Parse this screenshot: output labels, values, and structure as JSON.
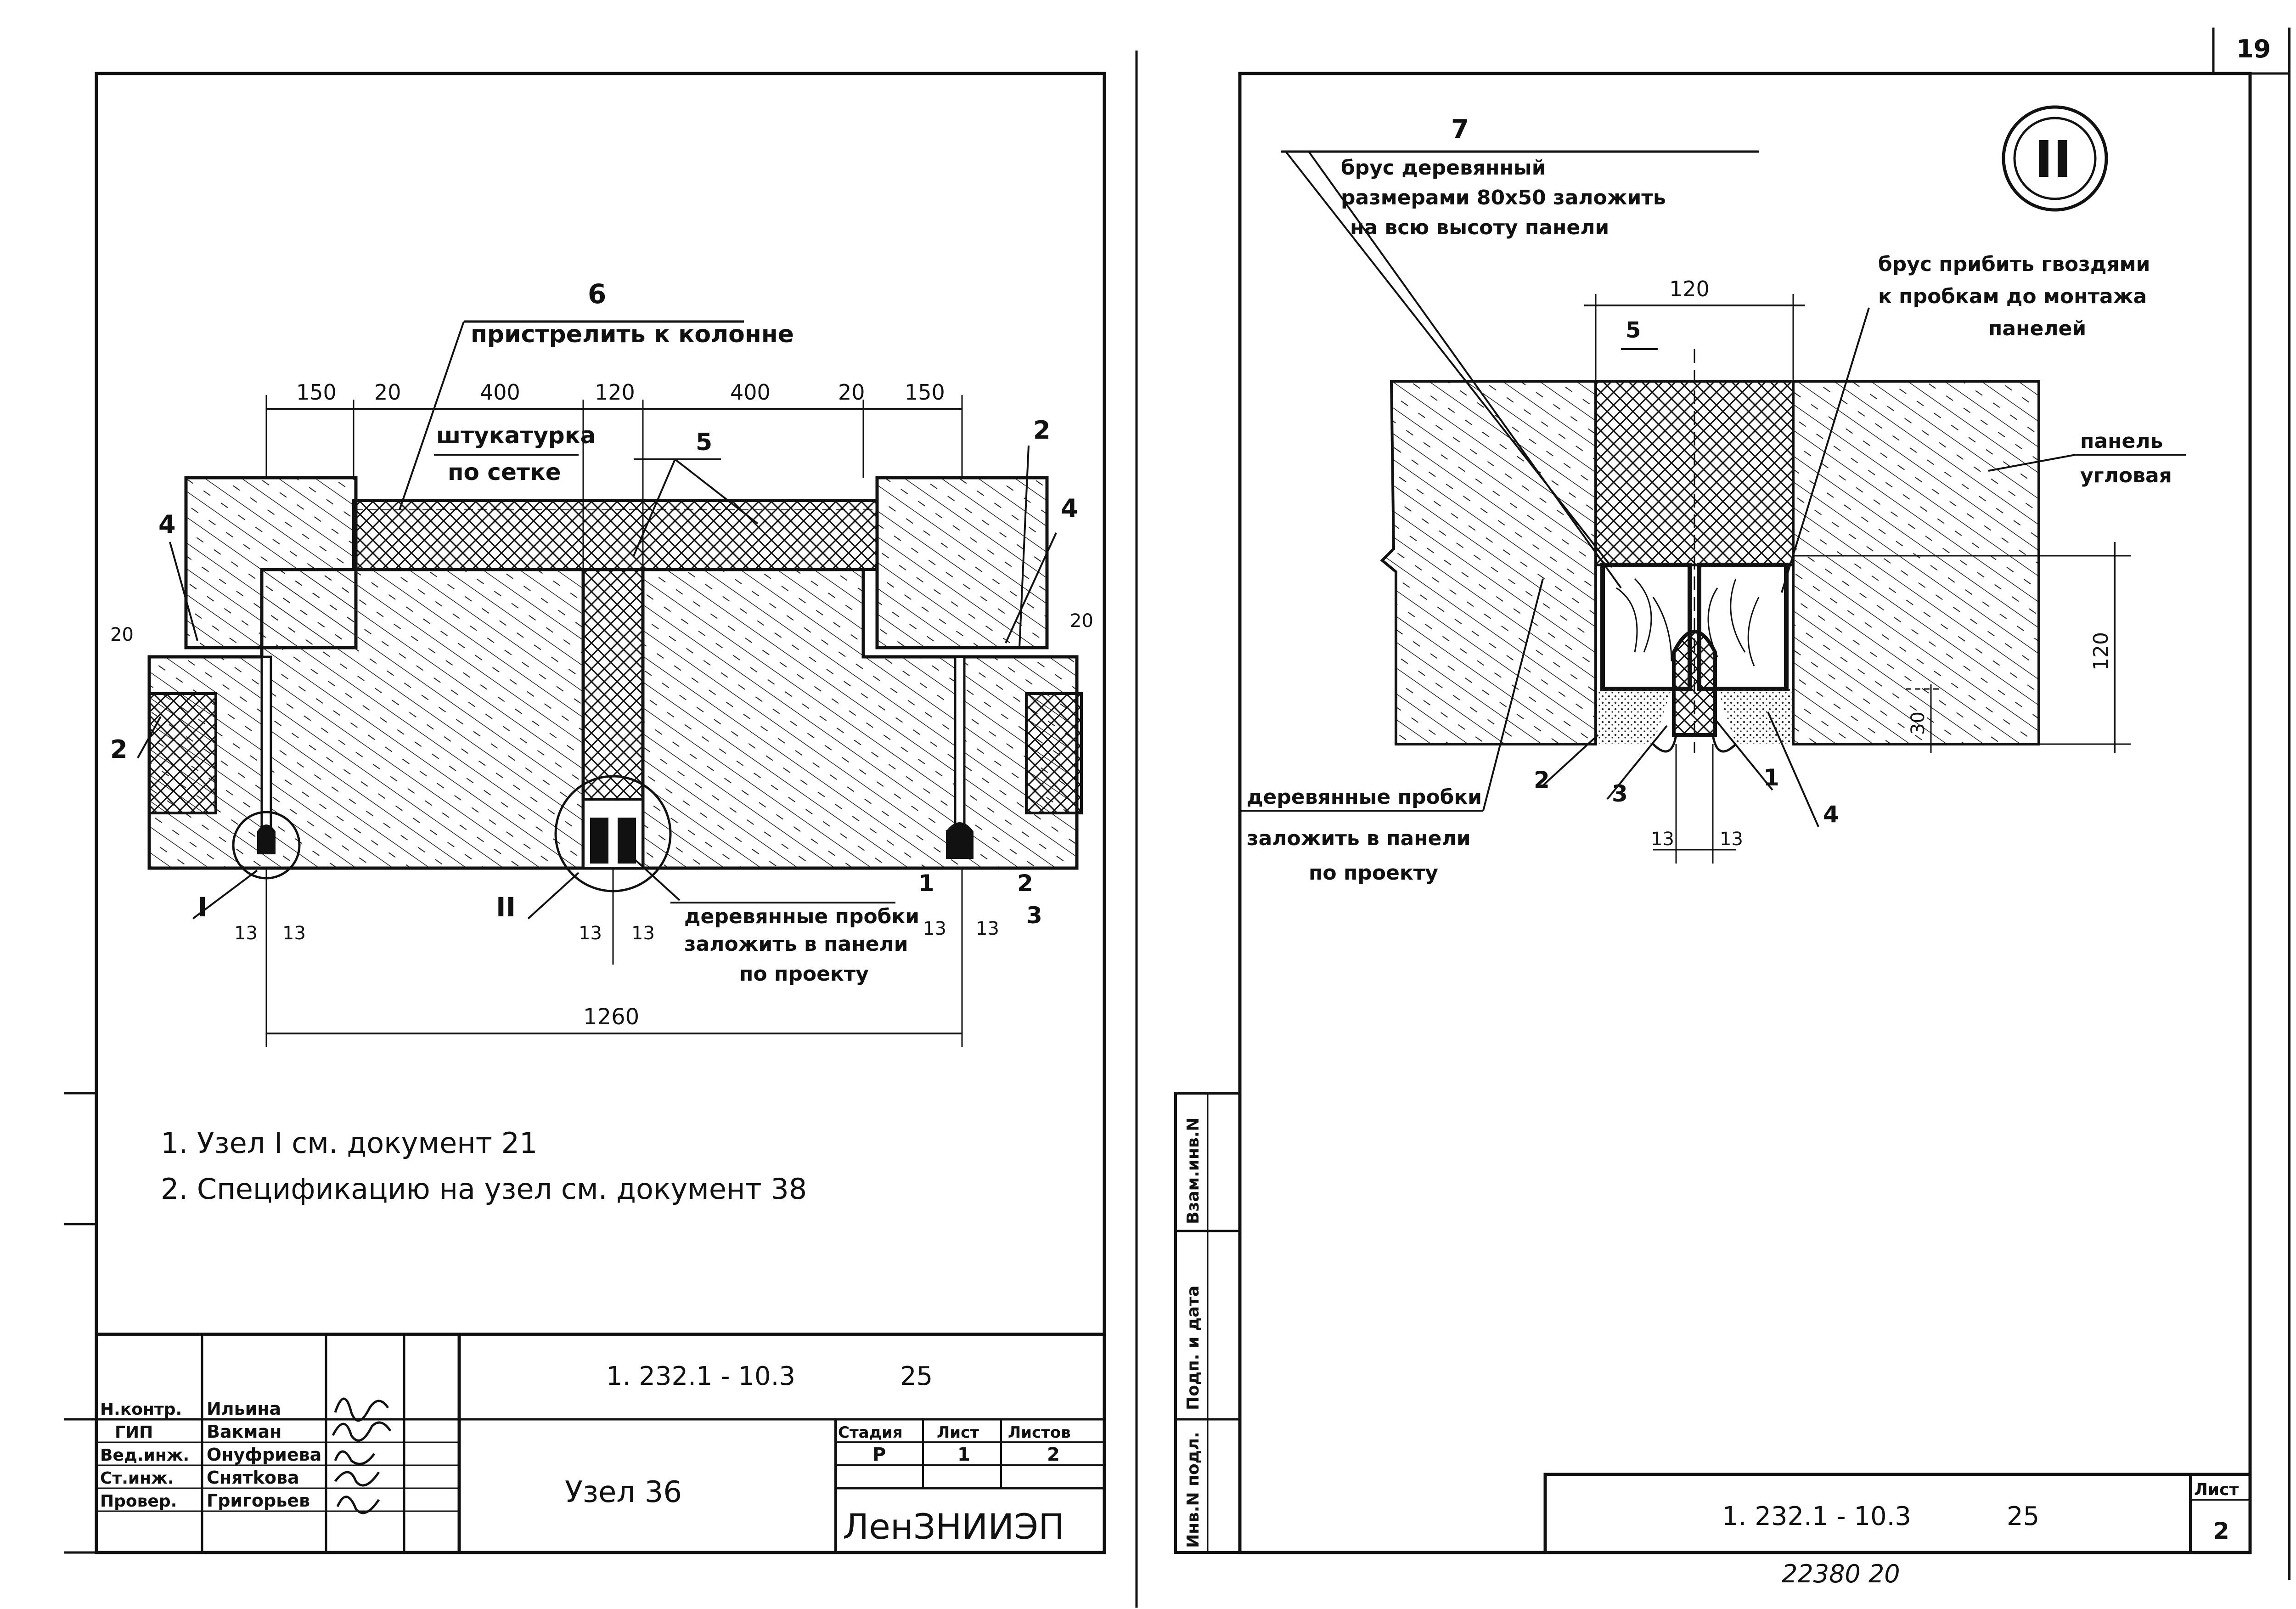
{
  "page_number": "19",
  "left_sheet": {
    "labels": {
      "n6": "6",
      "pristrelit": "пристрелить к колонне",
      "shtukaturka": "штукатурка",
      "po_setke": "по сетке",
      "n5": "5",
      "n4_left": "4",
      "n4_right": "4",
      "n2_right_top": "2",
      "n2_left": "2",
      "n2_bottom_right": "2",
      "n1": "1",
      "n3": "3",
      "mark_I": "I",
      "mark_II": "II",
      "probki_1": "деревянные пробки",
      "probki_2": "заложить в панели",
      "probki_3": "по проекту"
    },
    "dimensions": {
      "d150a": "150",
      "d20a": "20",
      "d400a": "400",
      "d120": "120",
      "d400b": "400",
      "d20b": "20",
      "d150b": "150",
      "d20_left": "20",
      "d20_right": "20",
      "d13a": "13",
      "d13b": "13",
      "d13c": "13",
      "d13d": "13",
      "d13e": "13",
      "d13f": "13",
      "d1260": "1260"
    },
    "notes": [
      "1.  Узел I  см.  документ  21",
      "2.  Спецификацию   на  узел  см.  документ  38"
    ],
    "title_block": {
      "doc_code": "1. 232.1 - 10.3",
      "doc_num": "25",
      "roles": [
        "Н.контр.",
        "ГИП",
        "Вед.инж.",
        "Ст.инж.",
        "Провер."
      ],
      "names": [
        "Ильина",
        "Вакман",
        "Онуфриева",
        "Снятkова",
        "Григорьев"
      ],
      "title": "Узел 36",
      "stage_h": "Стадия",
      "sheet_h": "Лист",
      "sheets_h": "Листов",
      "stage": "Р",
      "sheet": "1",
      "sheets": "2",
      "org": "ЛенЗНИИЭП"
    }
  },
  "right_sheet": {
    "roman": "II",
    "labels": {
      "n7": "7",
      "brus_1": "брус  деревянный",
      "brus_2": "размерами 80х50  заложить",
      "brus_3": "на всю высоту панели",
      "pribit_1": "брус прибить гвоздями",
      "pribit_2": "к пробкам до монтажа",
      "pribit_3": "панелей",
      "n5": "5",
      "panel_1": "панель",
      "panel_2": "угловая",
      "probki_1": "деревянные пробки",
      "probki_2": "заложить в панели",
      "probki_3": "по проекту",
      "n2": "2",
      "n3": "3",
      "n1": "1",
      "n4": "4"
    },
    "dimensions": {
      "d120_top": "120",
      "d120_side": "120",
      "d30": "30",
      "d13a": "13",
      "d13b": "13"
    },
    "side_stamp": [
      "Инв.N подл.",
      "Подп. и дата",
      "Взам.инв.N"
    ],
    "title_block": {
      "doc_code": "1. 232.1 - 10.3",
      "doc_num": "25",
      "sheet_h": "Лист",
      "sheet": "2"
    },
    "footer": "22380  20"
  }
}
